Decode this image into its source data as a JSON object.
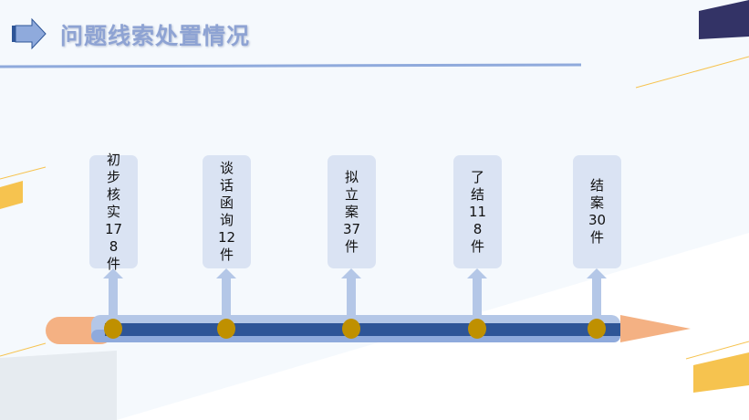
{
  "header": {
    "title": "问题线索处置情况"
  },
  "stages": [
    {
      "label": "初步核实178件"
    },
    {
      "label": "谈话函询12件"
    },
    {
      "label": "拟立案37件"
    },
    {
      "label": "了结118件"
    },
    {
      "label": "结案30件"
    }
  ],
  "colors": {
    "accent": "#2e5597",
    "pencil_body": "#8faadc",
    "eraser": "#f4b183",
    "dot": "#bf9000",
    "box": "#dae3f3"
  }
}
